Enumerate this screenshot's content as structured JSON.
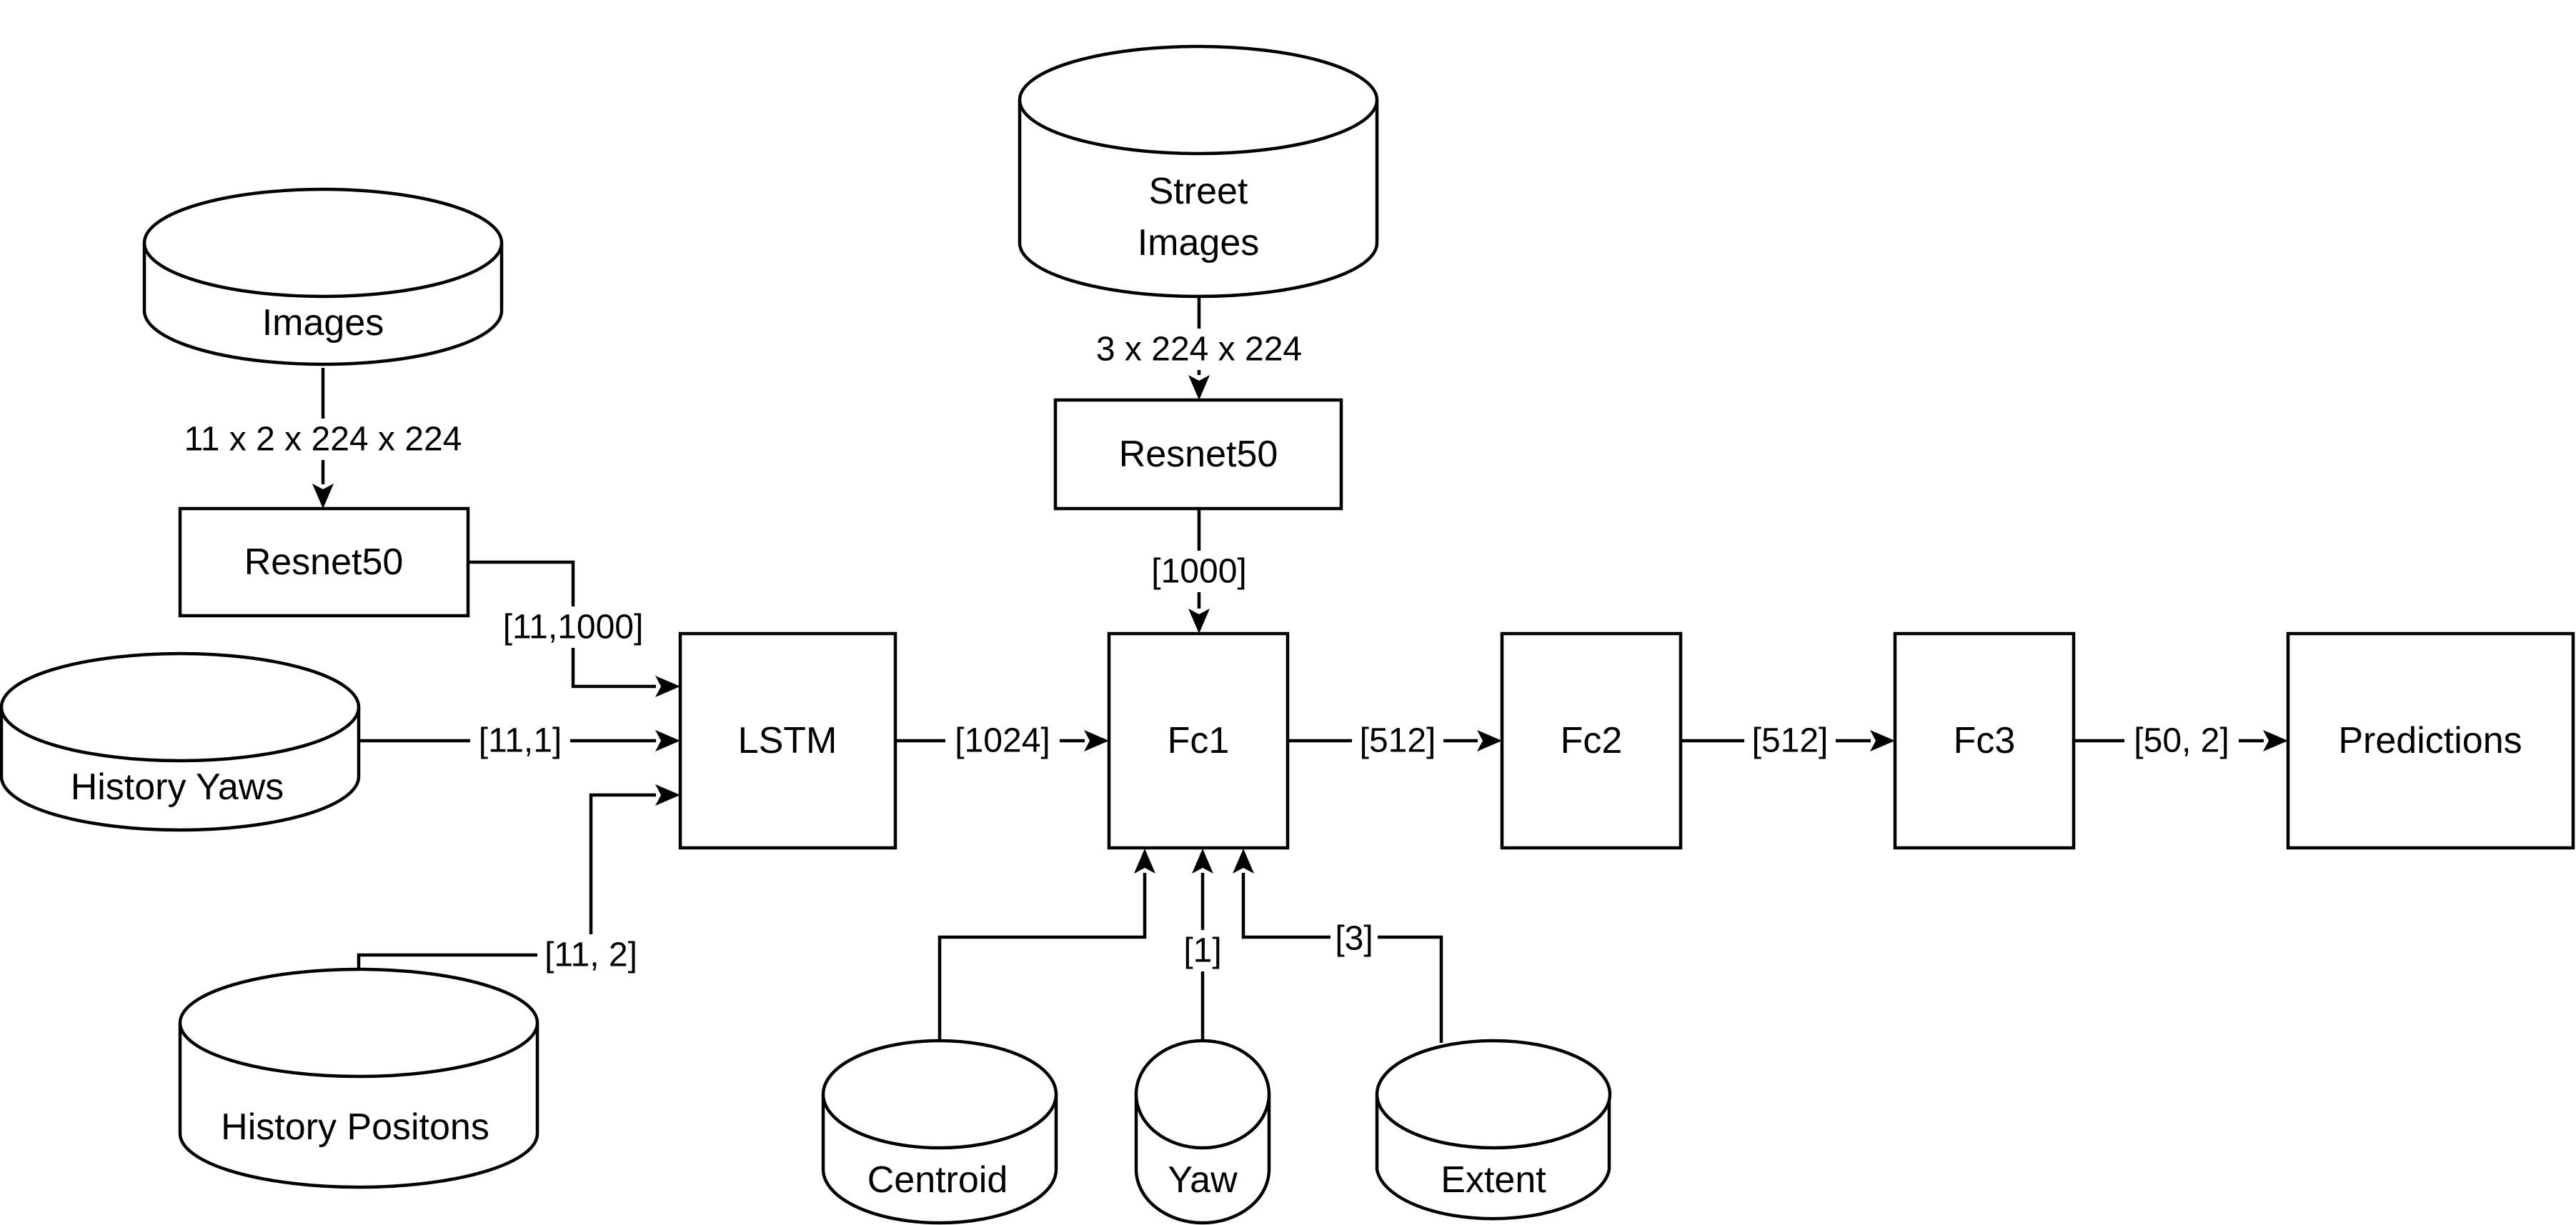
{
  "sources": {
    "images": "Images",
    "street_images_line1": "Street",
    "street_images_line2": "Images",
    "history_yaws": "History Yaws",
    "history_positions": "History Positons",
    "centroid": "Centroid",
    "yaw": "Yaw",
    "extent": "Extent"
  },
  "blocks": {
    "resnet_left": "Resnet50",
    "resnet_top": "Resnet50",
    "lstm": "LSTM",
    "fc1": "Fc1",
    "fc2": "Fc2",
    "fc3": "Fc3",
    "predictions": "Predictions"
  },
  "edges": {
    "images_to_resnet": "11 x 2 x 224 x 224",
    "street_to_resnet": "3 x 224 x 224",
    "resnet_left_to_lstm": "[11,1000]",
    "yaws_to_lstm": "[11,1]",
    "positions_to_lstm": "[11, 2]",
    "resnet_top_to_fc1": "[1000]",
    "lstm_to_fc1": "[1024]",
    "fc1_to_fc2": "[512]",
    "fc2_to_fc3": "[512]",
    "fc3_to_predictions": "[50, 2]",
    "yaw_to_fc1": "[1]",
    "extent_to_fc1": "[3]"
  }
}
